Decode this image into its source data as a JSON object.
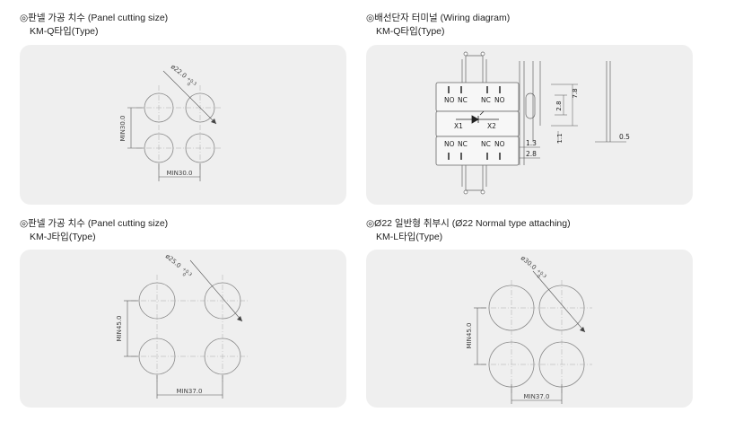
{
  "sections": [
    {
      "title": "◎판넬 가공 치수 (Panel cutting size)",
      "subtitle": "KM-Q타입(Type)"
    },
    {
      "title": "◎배선단자 터미널 (Wiring diagram)",
      "subtitle": "KM-Q타입(Type)"
    },
    {
      "title": "◎판넬 가공 치수 (Panel cutting size)",
      "subtitle": "KM-J타입(Type)"
    },
    {
      "title": "◎Ø22 일반형 취부시 (Ø22 Normal type attaching)",
      "subtitle": "KM-L타입(Type)"
    }
  ],
  "q_cutting": {
    "diameter": "ø22.0",
    "tolerance": "+0.3",
    "tol_base": "0",
    "min_v": "MIN30.0",
    "min_h": "MIN30.0"
  },
  "j_cutting": {
    "diameter": "ø25.0",
    "tolerance": "+0.3",
    "tol_base": "0",
    "min_v": "MIN45.0",
    "min_h": "MIN37.0"
  },
  "l_cutting": {
    "diameter": "ø30.0",
    "tolerance": "+0.3",
    "tol_base": "0",
    "min_v": "MIN45.0",
    "min_h": "MIN37.0"
  },
  "wiring": {
    "top_contacts": [
      "NO",
      "NC",
      "NC",
      "NO"
    ],
    "bottom_contacts": [
      "NO",
      "NC",
      "NC",
      "NO"
    ],
    "x1": "X1",
    "x2": "X2",
    "dims": {
      "d13": "1.3",
      "d28a": "2.8",
      "d28b": "2.8",
      "d78": "7.8",
      "d11": "1.1",
      "d05": "0.5"
    }
  }
}
